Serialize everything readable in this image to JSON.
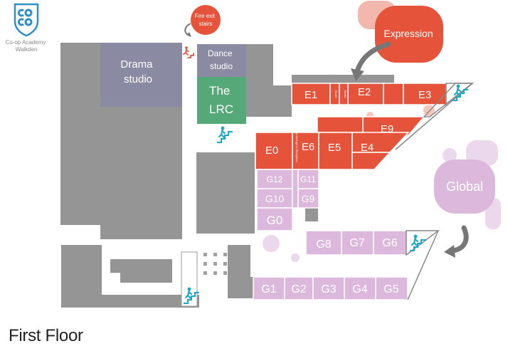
{
  "logo": {
    "mark": "co op",
    "line1": "Co-op Academy",
    "line2": "Walkden"
  },
  "floor_title": "First Floor",
  "rooms": {
    "drama": [
      "Drama",
      "studio"
    ],
    "dance": [
      "Dance",
      "studio"
    ],
    "lrc": [
      "The",
      "LRC"
    ],
    "e0": "E0",
    "e1": "E1",
    "e2": "E2",
    "e3": "E3",
    "e4": "E4",
    "e5": "E5",
    "e6": "E6",
    "e9": "E9",
    "g0": "G0",
    "g1": "G1",
    "g2": "G2",
    "g3": "G3",
    "g4": "G4",
    "g5": "G5",
    "g6": "G6",
    "g7": "G7",
    "g8": "G8",
    "g9": "G9",
    "g10": "G10",
    "g11": "G11",
    "g12": "G12",
    "studio_a": "Studio",
    "studio_b": "Studio",
    "access": "Access way through to Reception"
  },
  "callouts": {
    "fire_exit": [
      "Fire exit",
      "stairs"
    ],
    "expression": "Expression",
    "global": "Global"
  },
  "icons": [
    "co-op-logo",
    "fire-exit-icon",
    "stairs-icon",
    "arrow-icon"
  ],
  "colors": {
    "expression": "#e4533a",
    "global": "#dcb8dc",
    "drama": "#8a8aa2",
    "lrc": "#55a878",
    "building": "#959595",
    "stairs": "#1aa8c8",
    "logo": "#2c8fc7"
  }
}
